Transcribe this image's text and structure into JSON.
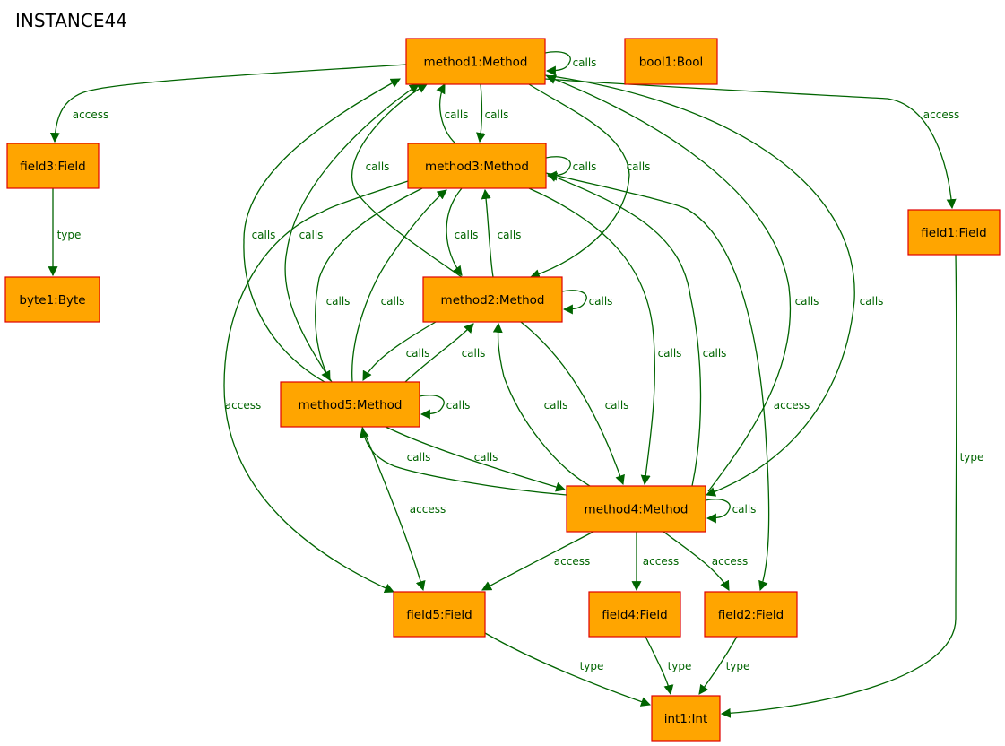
{
  "title": "INSTANCE44",
  "colors": {
    "node_fill": "#FFA500",
    "node_stroke": "#E00000",
    "edge": "#006400",
    "edge_label": "#006400"
  },
  "nodes": [
    {
      "id": "method1",
      "label": "method1:Method"
    },
    {
      "id": "bool1",
      "label": "bool1:Bool"
    },
    {
      "id": "field3",
      "label": "field3:Field"
    },
    {
      "id": "method3",
      "label": "method3:Method"
    },
    {
      "id": "field1",
      "label": "field1:Field"
    },
    {
      "id": "byte1",
      "label": "byte1:Byte"
    },
    {
      "id": "method2",
      "label": "method2:Method"
    },
    {
      "id": "method5",
      "label": "method5:Method"
    },
    {
      "id": "method4",
      "label": "method4:Method"
    },
    {
      "id": "field5",
      "label": "field5:Field"
    },
    {
      "id": "field4",
      "label": "field4:Field"
    },
    {
      "id": "field2",
      "label": "field2:Field"
    },
    {
      "id": "int1",
      "label": "int1:Int"
    }
  ],
  "edges": [
    {
      "id": "m1-m1",
      "source": "method1",
      "target": "method1",
      "label": "calls"
    },
    {
      "id": "m1-f3",
      "source": "method1",
      "target": "field3",
      "label": "access"
    },
    {
      "id": "m1-f1",
      "source": "method1",
      "target": "field1",
      "label": "access"
    },
    {
      "id": "m3-m1",
      "source": "method3",
      "target": "method1",
      "label": "calls"
    },
    {
      "id": "m1-m3",
      "source": "method1",
      "target": "method3",
      "label": "calls"
    },
    {
      "id": "m2-m1",
      "source": "method2",
      "target": "method1",
      "label": "calls"
    },
    {
      "id": "m1-m2",
      "source": "method1",
      "target": "method2",
      "label": "calls"
    },
    {
      "id": "m5-m1",
      "source": "method5",
      "target": "method1",
      "label": "calls"
    },
    {
      "id": "m5-m1b",
      "source": "method5",
      "target": "method1",
      "label": "calls"
    },
    {
      "id": "m4-m1",
      "source": "method4",
      "target": "method1",
      "label": "calls"
    },
    {
      "id": "m1-m4",
      "source": "method1",
      "target": "method4",
      "label": "calls"
    },
    {
      "id": "m3-m3",
      "source": "method3",
      "target": "method3",
      "label": "calls"
    },
    {
      "id": "m3-m2",
      "source": "method3",
      "target": "method2",
      "label": "calls"
    },
    {
      "id": "m2-m3",
      "source": "method2",
      "target": "method3",
      "label": "calls"
    },
    {
      "id": "m3-m5",
      "source": "method3",
      "target": "method5",
      "label": "calls"
    },
    {
      "id": "m5-m3",
      "source": "method5",
      "target": "method3",
      "label": "calls"
    },
    {
      "id": "m3-m4",
      "source": "method3",
      "target": "method4",
      "label": "calls"
    },
    {
      "id": "m4-m3",
      "source": "method4",
      "target": "method3",
      "label": "calls"
    },
    {
      "id": "m3-f5",
      "source": "method3",
      "target": "field5",
      "label": "access"
    },
    {
      "id": "m3-f2",
      "source": "method3",
      "target": "field2",
      "label": "access"
    },
    {
      "id": "f3-b1",
      "source": "field3",
      "target": "byte1",
      "label": "type"
    },
    {
      "id": "m2-m2",
      "source": "method2",
      "target": "method2",
      "label": "calls"
    },
    {
      "id": "m2-m5",
      "source": "method2",
      "target": "method5",
      "label": "calls"
    },
    {
      "id": "m5-m2",
      "source": "method5",
      "target": "method2",
      "label": "calls"
    },
    {
      "id": "m2-m4",
      "source": "method2",
      "target": "method4",
      "label": "calls"
    },
    {
      "id": "m4-m2",
      "source": "method4",
      "target": "method2",
      "label": "calls"
    },
    {
      "id": "m5-m5",
      "source": "method5",
      "target": "method5",
      "label": "calls"
    },
    {
      "id": "m4-m5",
      "source": "method4",
      "target": "method5",
      "label": "calls"
    },
    {
      "id": "m5-m4",
      "source": "method5",
      "target": "method4",
      "label": "calls"
    },
    {
      "id": "m5-f5",
      "source": "method5",
      "target": "field5",
      "label": "access"
    },
    {
      "id": "m4-m4",
      "source": "method4",
      "target": "method4",
      "label": "calls"
    },
    {
      "id": "m4-f5",
      "source": "method4",
      "target": "field5",
      "label": "access"
    },
    {
      "id": "m4-f4",
      "source": "method4",
      "target": "field4",
      "label": "access"
    },
    {
      "id": "m4-f2",
      "source": "method4",
      "target": "field2",
      "label": "access"
    },
    {
      "id": "f1-i1",
      "source": "field1",
      "target": "int1",
      "label": "type"
    },
    {
      "id": "f5-i1",
      "source": "field5",
      "target": "int1",
      "label": "type"
    },
    {
      "id": "f4-i1",
      "source": "field4",
      "target": "int1",
      "label": "type"
    },
    {
      "id": "f2-i1",
      "source": "field2",
      "target": "int1",
      "label": "type"
    }
  ]
}
